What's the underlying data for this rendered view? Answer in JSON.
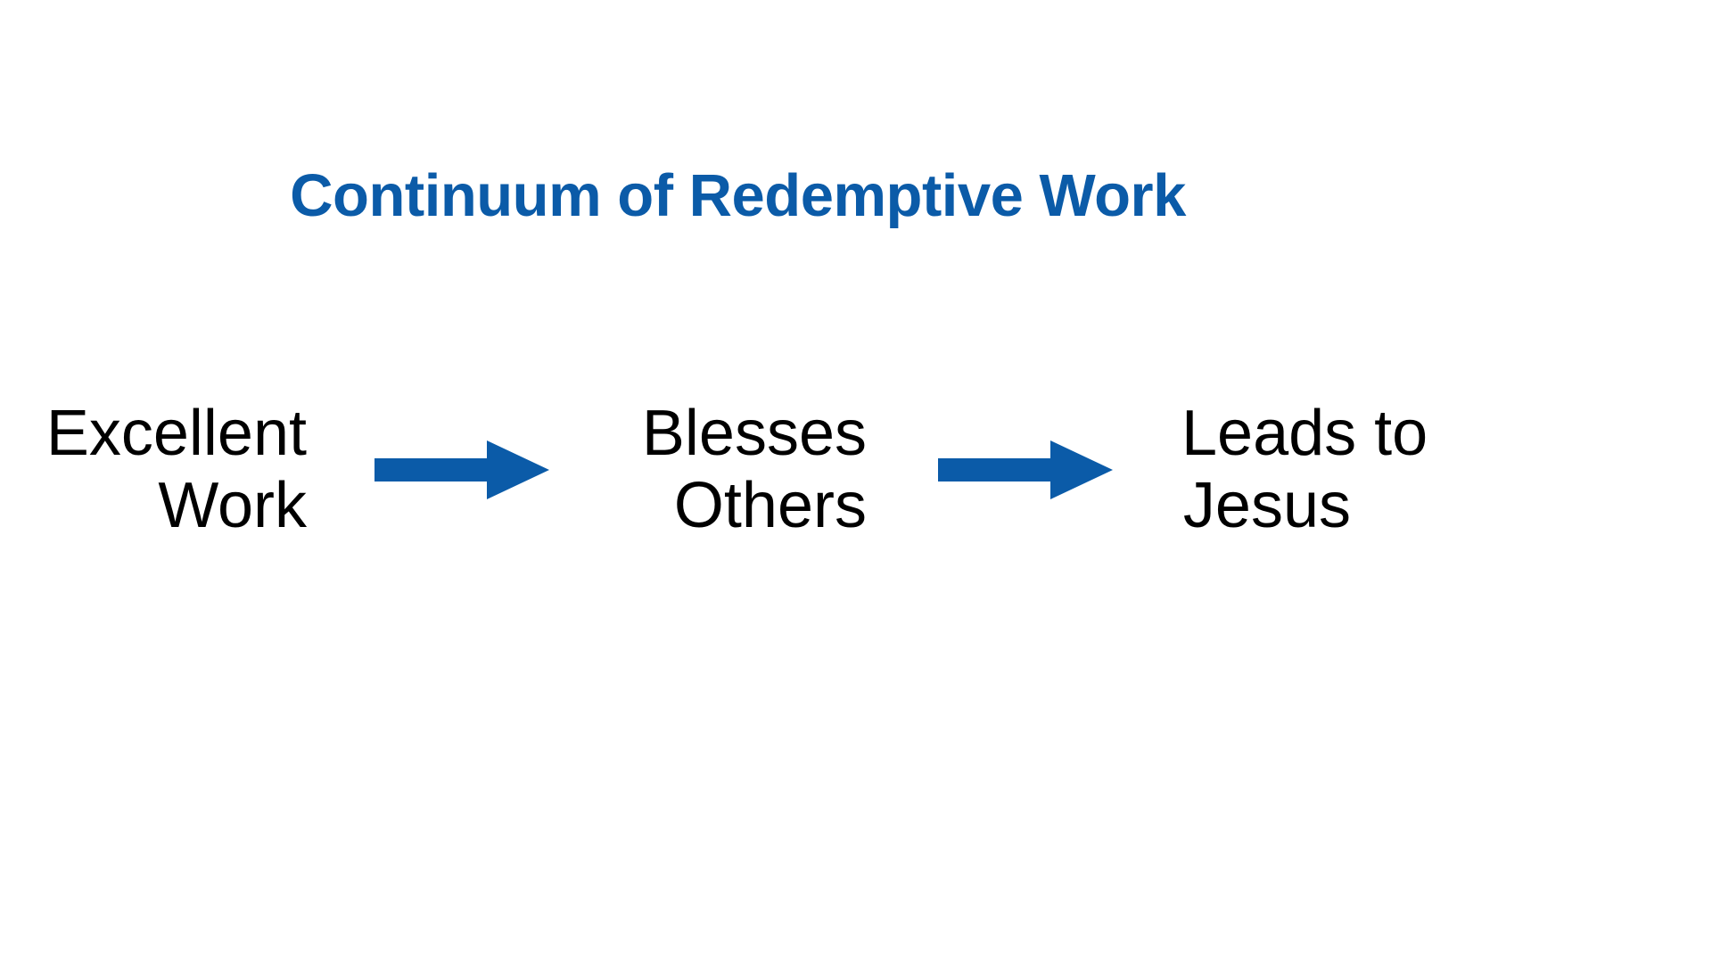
{
  "slide": {
    "background_color": "#ffffff",
    "title": "Continuum of Redemptive Work",
    "title_color": "#0b5ba8",
    "accent_color": "#0b5ba8",
    "text_color": "#000000"
  },
  "diagram": {
    "type": "linear-flow",
    "stages": [
      {
        "id": "excellent-work",
        "line1": "Excellent",
        "line2": "Work"
      },
      {
        "id": "blesses-others",
        "line1": "Blesses",
        "line2": "Others"
      },
      {
        "id": "leads-to-jesus",
        "line1": "Leads to",
        "line2": "Jesus"
      }
    ],
    "connectors": [
      {
        "id": "arrow-1",
        "icon": "arrow-right-icon",
        "color": "#0b5ba8"
      },
      {
        "id": "arrow-2",
        "icon": "arrow-right-icon",
        "color": "#0b5ba8"
      }
    ]
  }
}
